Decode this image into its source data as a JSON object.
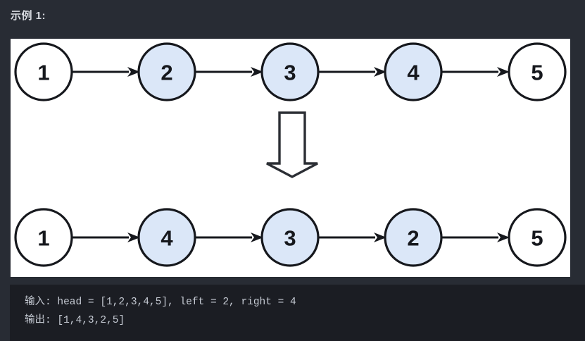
{
  "heading": "示例 1:",
  "colors": {
    "page_background": "#282c34",
    "panel_background": "#ffffff",
    "code_background": "#1b1d23",
    "node_highlight_fill": "#dbe7f8",
    "node_plain_fill": "#ffffff",
    "stroke": "#16181d",
    "heading_text": "#d7dae0",
    "code_text": "#c6cbd4"
  },
  "diagram": {
    "arrow_icon": "down-arrow-icon",
    "input_list": {
      "label": "input-linked-list",
      "nodes": [
        {
          "value": "1",
          "highlighted": false
        },
        {
          "value": "2",
          "highlighted": true
        },
        {
          "value": "3",
          "highlighted": true
        },
        {
          "value": "4",
          "highlighted": true
        },
        {
          "value": "5",
          "highlighted": false
        }
      ]
    },
    "output_list": {
      "label": "output-linked-list",
      "nodes": [
        {
          "value": "1",
          "highlighted": false
        },
        {
          "value": "4",
          "highlighted": true
        },
        {
          "value": "3",
          "highlighted": true
        },
        {
          "value": "2",
          "highlighted": true
        },
        {
          "value": "5",
          "highlighted": false
        }
      ]
    }
  },
  "code": {
    "input_line": "输入: head = [1,2,3,4,5], left = 2, right = 4",
    "output_line": "输出: [1,4,3,2,5]"
  }
}
